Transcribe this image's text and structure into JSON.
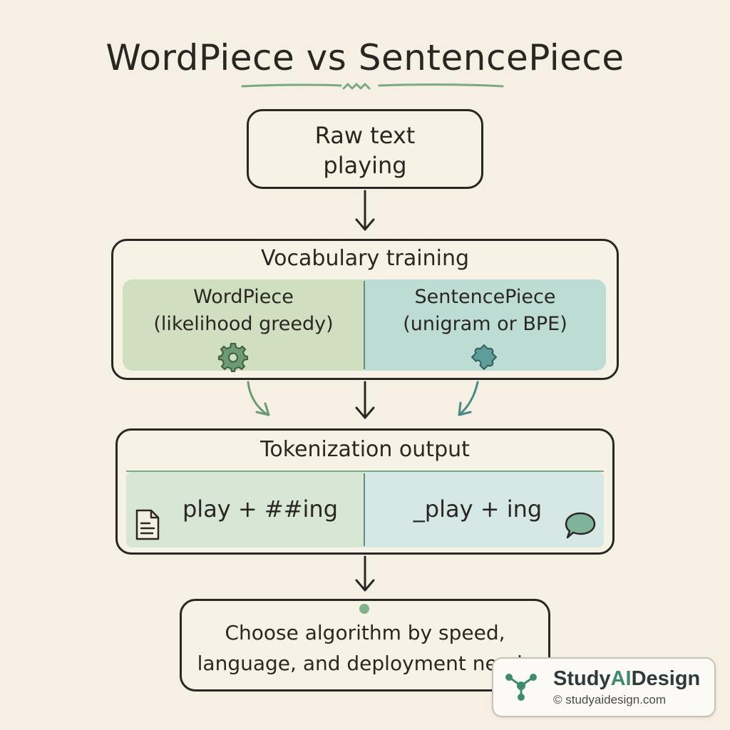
{
  "title": "WordPiece vs SentencePiece",
  "raw": {
    "line1": "Raw text",
    "line2": "playing"
  },
  "vocab": {
    "title": "Vocabulary training",
    "left": {
      "name": "WordPiece",
      "desc": "(likelihood greedy)",
      "icon": "gear-icon"
    },
    "right": {
      "name": "SentencePiece",
      "desc": "(unigram or BPE)",
      "icon": "puzzle-icon"
    }
  },
  "tokenization": {
    "title": "Tokenization output",
    "left": {
      "output": "play + ##ing",
      "icon": "document-icon"
    },
    "right": {
      "output": "_play + ing",
      "icon": "speech-bubble-icon"
    }
  },
  "conclusion": {
    "line1": "Choose algorithm by speed,",
    "line2": "language, and deployment needs"
  },
  "brand": {
    "name_part1": "Study",
    "name_part2": "AI",
    "name_part3": "Design",
    "url": "© studyaidesign.com"
  },
  "colors": {
    "ink": "#2b2622",
    "green": "#5f8f6a",
    "teal": "#4a8a86",
    "background": "#f5f0e3"
  }
}
